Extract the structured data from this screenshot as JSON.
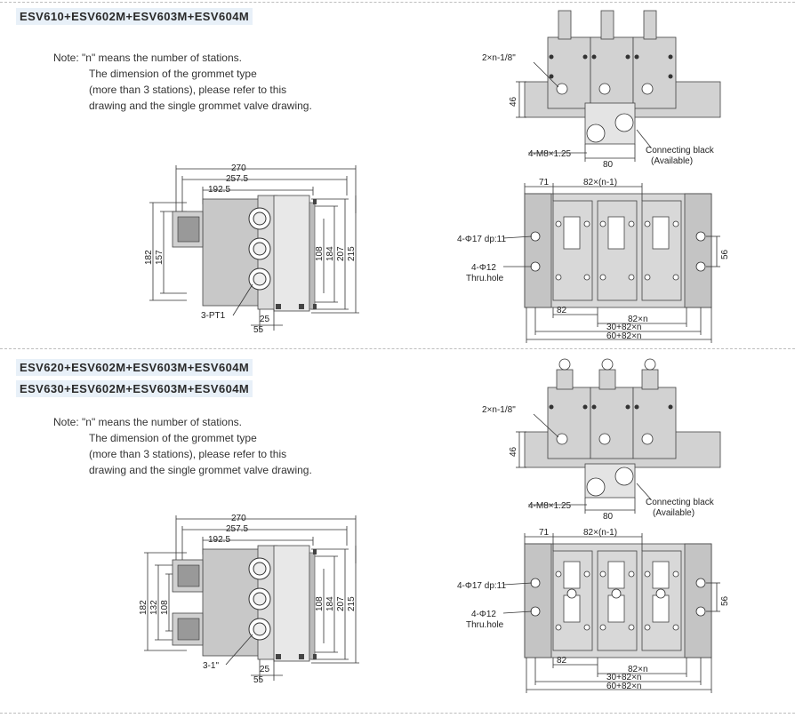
{
  "section1": {
    "title": "ESV610+ESV602M+ESV603M+ESV604M",
    "note": {
      "line1": "Note: \"n\" means the number of stations.",
      "line2": "The dimension of the grommet type",
      "line3": "(more than 3 stations), please refer to this",
      "line4": "drawing and the single grommet valve drawing."
    },
    "side_view": {
      "dim_top1": "270",
      "dim_top2": "257.5",
      "dim_top3": "192.5",
      "dim_left1": "182",
      "dim_left2": "157",
      "dim_right1": "108",
      "dim_right2": "184",
      "dim_right3": "207",
      "dim_right4": "215",
      "dim_bottom1": "25",
      "dim_bottom2": "55",
      "port_label": "3-PT1"
    },
    "top_view": {
      "port_label": "2×n-1/8\"",
      "dim_46": "46",
      "thread_label": "4-M8×1.25",
      "dim_80": "80",
      "connect_label1": "Connecting black",
      "connect_label2": "(Available)"
    },
    "front_view": {
      "dim_71": "71",
      "dim_pitch": "82×(n-1)",
      "hole1": "4-Φ17 dp:11",
      "hole2": "4-Φ12",
      "hole2b": "Thru.hole",
      "dim_56": "56",
      "dim_82": "82",
      "dim_82n": "82×n",
      "dim_30": "30+82×n",
      "dim_60": "60+82×n"
    }
  },
  "section2": {
    "title1": "ESV620+ESV602M+ESV603M+ESV604M",
    "title2": "ESV630+ESV602M+ESV603M+ESV604M",
    "note": {
      "line1": "Note: \"n\" means the number of stations.",
      "line2": "The dimension of the grommet type",
      "line3": "(more than 3 stations), please refer to this",
      "line4": "drawing and the single grommet valve drawing."
    },
    "side_view": {
      "dim_top1": "270",
      "dim_top2": "257.5",
      "dim_top3": "192.5",
      "dim_left1": "182",
      "dim_left2": "132",
      "dim_left3": "108",
      "dim_right1": "108",
      "dim_right2": "184",
      "dim_right3": "207",
      "dim_right4": "215",
      "dim_bottom1": "25",
      "dim_bottom2": "55",
      "port_label": "3-1\""
    },
    "top_view": {
      "port_label": "2×n-1/8\"",
      "dim_46": "46",
      "thread_label": "4-M8×1.25",
      "dim_80": "80",
      "connect_label1": "Connecting black",
      "connect_label2": "(Available)"
    },
    "front_view": {
      "dim_71": "71",
      "dim_pitch": "82×(n-1)",
      "hole1": "4-Φ17 dp:11",
      "hole2": "4-Φ12",
      "hole2b": "Thru.hole",
      "dim_56": "56",
      "dim_82": "82",
      "dim_82n": "82×n",
      "dim_30": "30+82×n",
      "dim_60": "60+82×n"
    }
  }
}
